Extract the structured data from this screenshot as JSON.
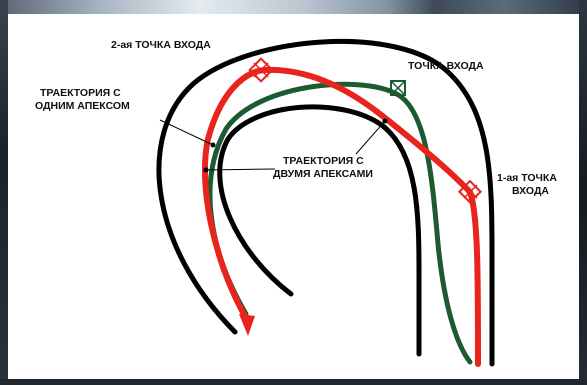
{
  "labels": {
    "second_entry": "2-ая ТОЧКА ВХОДА",
    "entry_point": "ТОЧКА ВХОДА",
    "one_apex_line1": "ТРАЕКТОРИЯ С",
    "one_apex_line2": "ОДНИМ АПЕКСОМ",
    "two_apex_line1": "ТРАЕКТОРИЯ С",
    "two_apex_line2": "ДВУМЯ АПЕКСАМИ",
    "first_entry_line1": "1-ая ТОЧКА",
    "first_entry_line2": "ВХОДА"
  },
  "colors": {
    "road_edge": "#000000",
    "one_apex_line": "#e8241c",
    "two_apex_line": "#1c5a30",
    "leader": "#000000"
  }
}
